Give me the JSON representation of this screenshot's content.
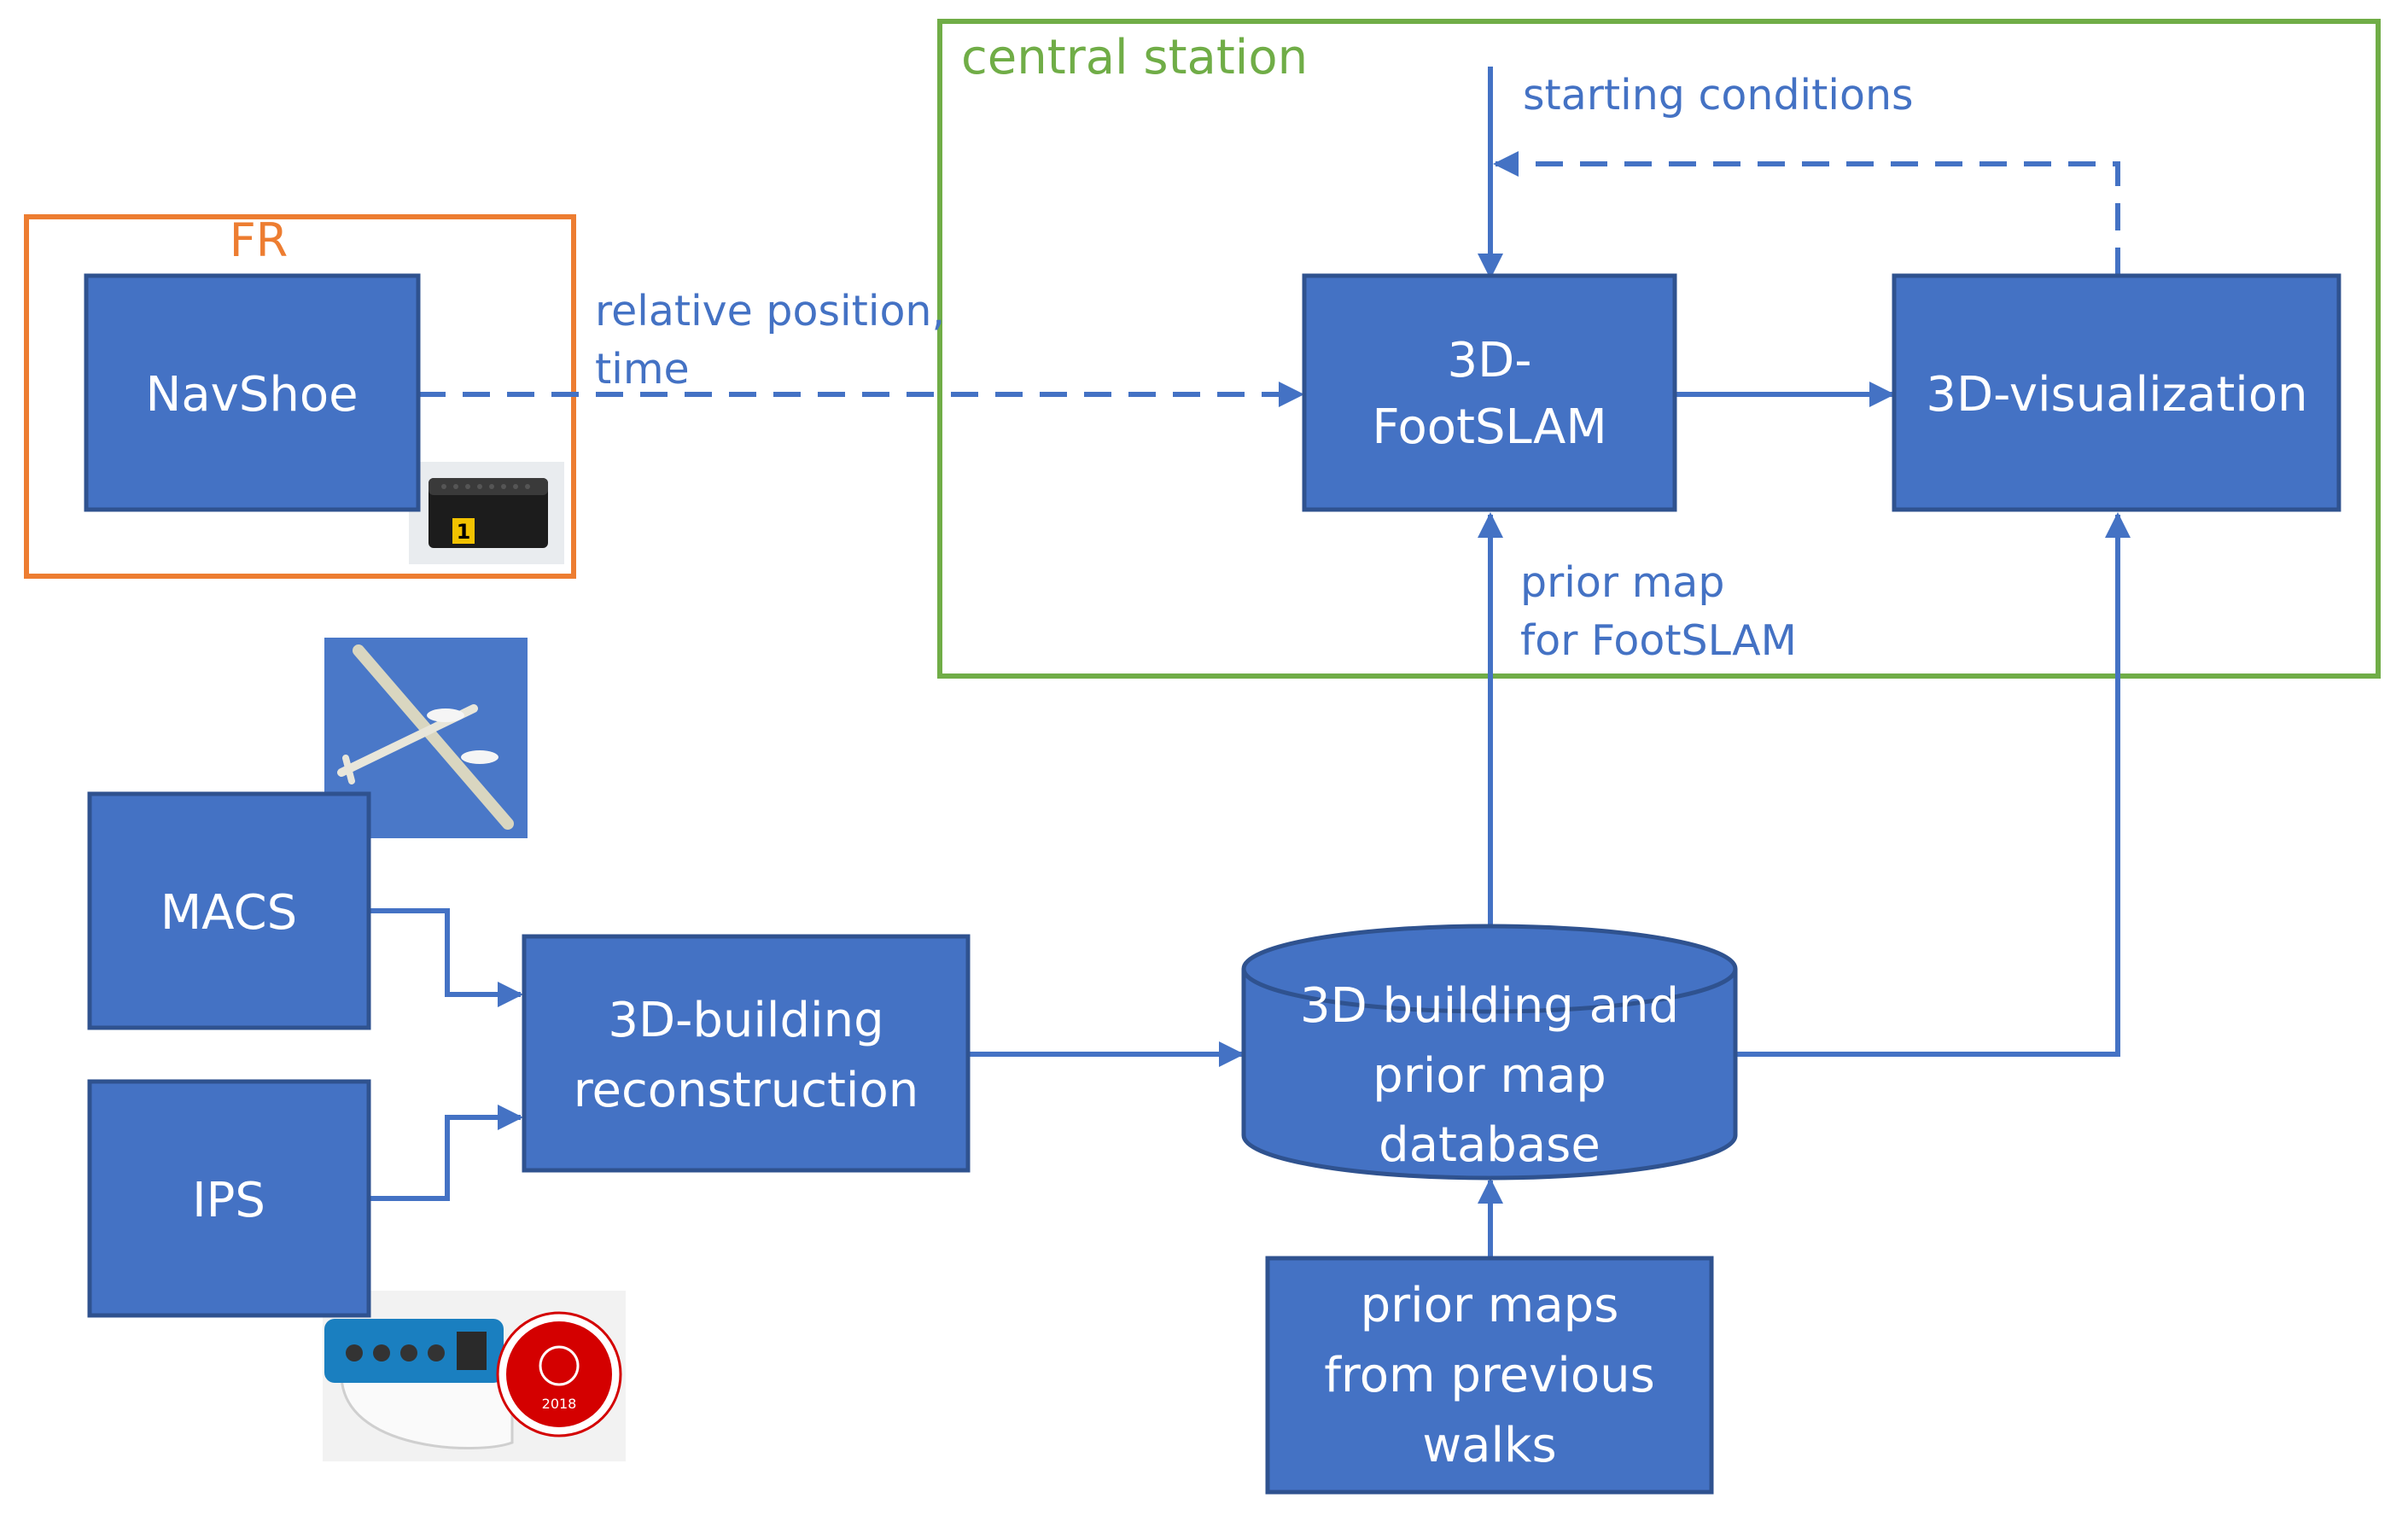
{
  "colors": {
    "box_fill": "#4472C4",
    "box_stroke": "#2F528F",
    "arrow": "#4472C4",
    "label_text": "#4472C4",
    "box_text": "#FFFFFF",
    "frame_central": "#70AD47",
    "frame_fr": "#ED7D31"
  },
  "frames": {
    "central_station": {
      "label": "central station"
    },
    "fr": {
      "label": "FR"
    }
  },
  "nodes": {
    "navshoe": {
      "label": "NavShoe"
    },
    "footslam": {
      "line1": "3D-",
      "line2": "FootSLAM"
    },
    "visualization": {
      "label": "3D-visualization"
    },
    "macs": {
      "label": "MACS"
    },
    "ips": {
      "label": "IPS"
    },
    "reconstruction": {
      "line1": "3D-building",
      "line2": "reconstruction"
    },
    "database": {
      "line1": "3D building and",
      "line2": "prior map",
      "line3": "database"
    },
    "prior_walks": {
      "line1": "prior maps",
      "line2": "from previous",
      "line3": "walks"
    }
  },
  "edge_labels": {
    "starting_conditions": "starting conditions",
    "relative_position_1": "relative position,",
    "relative_position_2": "time",
    "prior_map_1": "prior map",
    "prior_map_2": "for FootSLAM"
  },
  "images": {
    "navshoe_sensor": {
      "digit": "1"
    },
    "ips_device": {
      "seal_line": "2018"
    }
  }
}
